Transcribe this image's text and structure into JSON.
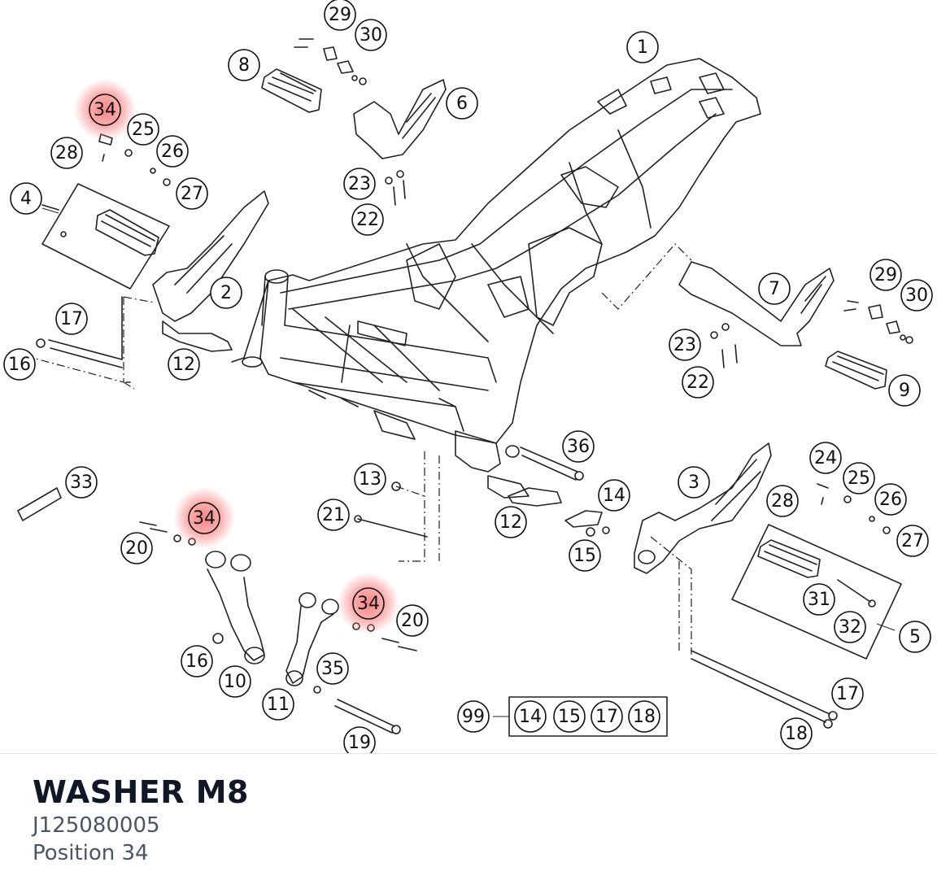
{
  "diagram": {
    "highlight_color": "#f87171",
    "callouts": [
      {
        "label": "1"
      },
      {
        "label": "29"
      },
      {
        "label": "30"
      },
      {
        "label": "8"
      },
      {
        "label": "6"
      },
      {
        "label": "34",
        "highlight": true
      },
      {
        "label": "25"
      },
      {
        "label": "28"
      },
      {
        "label": "26"
      },
      {
        "label": "27"
      },
      {
        "label": "4"
      },
      {
        "label": "23"
      },
      {
        "label": "22"
      },
      {
        "label": "2"
      },
      {
        "label": "17"
      },
      {
        "label": "16"
      },
      {
        "label": "12"
      },
      {
        "label": "7"
      },
      {
        "label": "29"
      },
      {
        "label": "30"
      },
      {
        "label": "23"
      },
      {
        "label": "22"
      },
      {
        "label": "9"
      },
      {
        "label": "36"
      },
      {
        "label": "24"
      },
      {
        "label": "33"
      },
      {
        "label": "13"
      },
      {
        "label": "3"
      },
      {
        "label": "25"
      },
      {
        "label": "28"
      },
      {
        "label": "26"
      },
      {
        "label": "34",
        "highlight": true
      },
      {
        "label": "21"
      },
      {
        "label": "12"
      },
      {
        "label": "14"
      },
      {
        "label": "27"
      },
      {
        "label": "20"
      },
      {
        "label": "15"
      },
      {
        "label": "34",
        "highlight": true
      },
      {
        "label": "20"
      },
      {
        "label": "31"
      },
      {
        "label": "32"
      },
      {
        "label": "5"
      },
      {
        "label": "16"
      },
      {
        "label": "35"
      },
      {
        "label": "10"
      },
      {
        "label": "11"
      },
      {
        "label": "17"
      },
      {
        "label": "99"
      },
      {
        "label": "14"
      },
      {
        "label": "15"
      },
      {
        "label": "17"
      },
      {
        "label": "18"
      },
      {
        "label": "18"
      },
      {
        "label": "19"
      }
    ]
  },
  "part": {
    "name": "WASHER M8",
    "number": "J125080005",
    "position": "Position 34"
  }
}
